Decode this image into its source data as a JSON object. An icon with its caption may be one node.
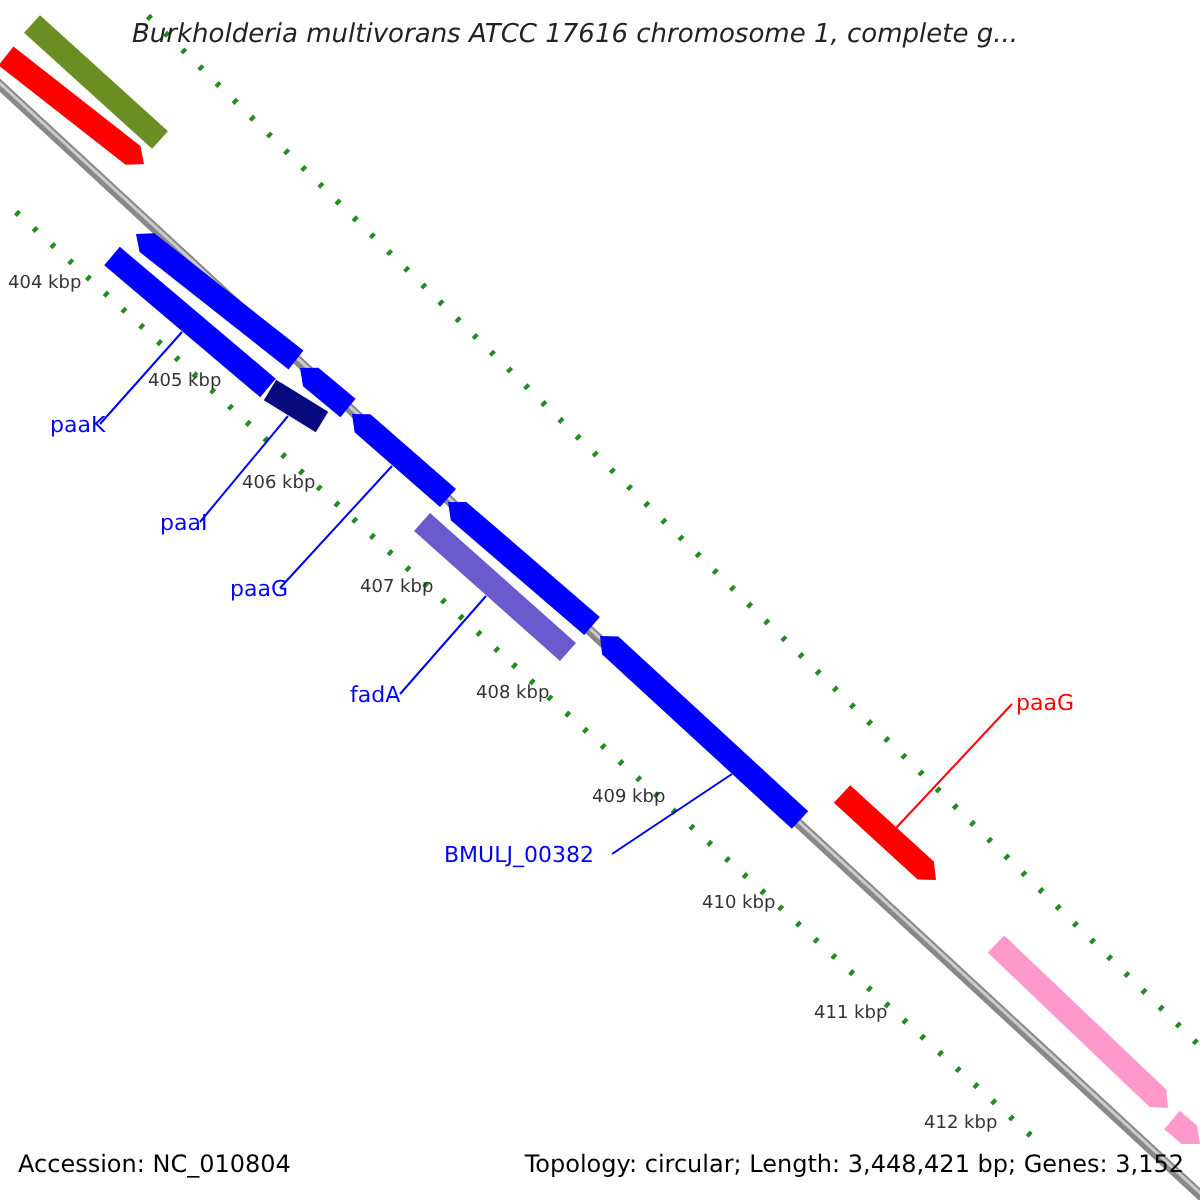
{
  "diagram": {
    "title": "Burkholderia multivorans ATCC 17616 chromosome 1, complete g...",
    "nodes": [
      {
        "text": [
          "paaK"
        ]
      },
      {
        "text": [
          "paaI"
        ]
      },
      {
        "text": [
          "paaG"
        ]
      },
      {
        "text": [
          "fadA"
        ]
      },
      {
        "text": [
          "BMULJ_00382"
        ]
      },
      {
        "text": [
          "paaG"
        ]
      },
      {
        "text": [],
        "shape": "bar"
      },
      {
        "text": [],
        "shape": "bar"
      },
      {
        "text": [],
        "shape": "bar"
      },
      {
        "text": [],
        "shape": "bar"
      },
      {
        "text": [],
        "shape": "bar"
      },
      {
        "text": [],
        "shape": "bar"
      },
      {
        "text": [],
        "shape": "bar"
      },
      {
        "text": [],
        "shape": "bar"
      },
      {
        "text": [],
        "shape": "bar"
      },
      {
        "text": [],
        "shape": "bar"
      },
      {
        "text": [],
        "shape": "bar"
      },
      {
        "text": [],
        "shape": "bar"
      },
      {
        "text": [],
        "shape": "bar"
      }
    ],
    "edges": [
      {
        "from": 0,
        "to": 6,
        "arrow": "none"
      },
      {
        "from": 1,
        "to": 7,
        "arrow": "none"
      },
      {
        "from": 2,
        "to": 8,
        "arrow": "none"
      },
      {
        "from": 3,
        "to": 9,
        "arrow": "none"
      },
      {
        "from": 4,
        "to": 10,
        "arrow": "none"
      },
      {
        "from": 5,
        "to": 11,
        "arrow": "none",
        "color": "#ff0000"
      }
    ],
    "labels": [
      "404 kbp",
      "405 kbp",
      "406 kbp",
      "407 kbp",
      "408 kbp",
      "409 kbp",
      "410 kbp",
      "411 kbp",
      "412 kbp",
      "Accession: NC_010804",
      "Topology: circular; Length: 3,448,421 bp; Genes: 3,152"
    ]
  }
}
